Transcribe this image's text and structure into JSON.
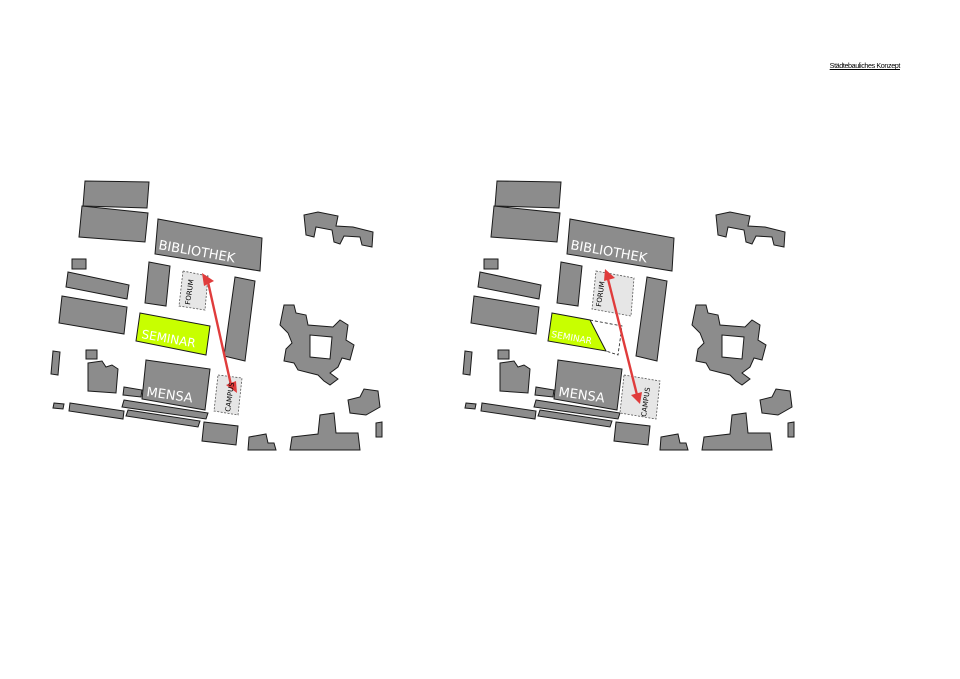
{
  "page": {
    "title": "Städtebauliches Konzept"
  },
  "labels": {
    "bibliothek": "BIBLIOTHEK",
    "seminar": "SEMINAR",
    "mensa": "MENSA",
    "forum": "FORUM",
    "campus": "CAMPUS"
  },
  "colors": {
    "building": "#8c8c8c",
    "building_stroke": "#1a1a1a",
    "seminar_highlight": "#c8ff00",
    "open_space": "#e6e6e6",
    "arrow": "#e03c3c"
  }
}
